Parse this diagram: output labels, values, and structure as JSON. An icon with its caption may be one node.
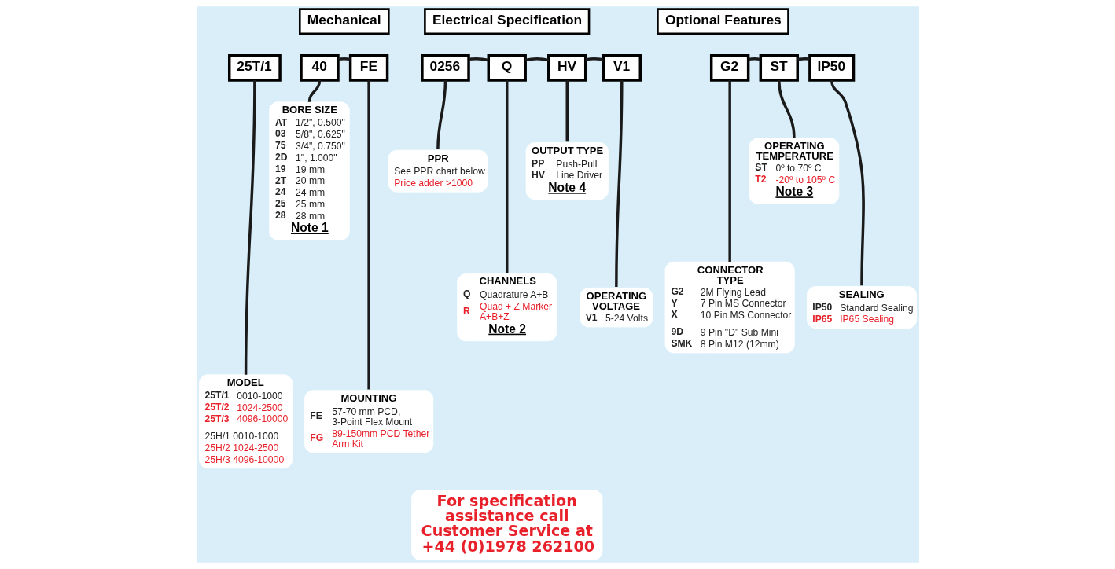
{
  "diagram": {
    "nodes": [
      {
        "text": [
          "Mechanical"
        ]
      },
      {
        "text": [
          "Electrical Specification"
        ]
      },
      {
        "text": [
          "Optional Features"
        ]
      },
      {
        "text": [
          "25T/1"
        ]
      },
      {
        "text": [
          "40"
        ]
      },
      {
        "text": [
          "FE"
        ]
      },
      {
        "text": [
          "0256"
        ]
      },
      {
        "text": [
          "Q"
        ]
      },
      {
        "text": [
          "HV"
        ]
      },
      {
        "text": [
          "V1"
        ]
      },
      {
        "text": [
          "G2"
        ]
      },
      {
        "text": [
          "ST"
        ]
      },
      {
        "text": [
          "IP50"
        ]
      },
      {
        "text": [
          "BORE SIZE",
          "AT 1/2\", 0.500\"",
          "03 5/8\", 0.625\"",
          "75 3/4\", 0.750\"",
          "2D 1\", 1.000\"",
          "19 19 mm",
          "2T 20 mm",
          "24 24 mm",
          "25 25 mm",
          "28 28 mm",
          "Note 1"
        ]
      },
      {
        "text": [
          "PPR",
          "See PPR chart below",
          "Price adder >1000"
        ]
      },
      {
        "text": [
          "OUTPUT TYPE",
          "PP Push-Pull",
          "HV Line Driver",
          "Note 4"
        ]
      },
      {
        "text": [
          "OPERATING TEMPERATURE",
          "ST 0º to 70º C",
          "T2 -20º to 105º C",
          "Note 3"
        ]
      },
      {
        "text": [
          "CHANNELS",
          "Q Quadrature A+B",
          "R Quad + Z Marker A+B+Z",
          "Note 2"
        ]
      },
      {
        "text": [
          "OPERATING VOLTAGE",
          "V1 5-24 Volts"
        ]
      },
      {
        "text": [
          "CONNECTOR TYPE",
          "G2 2M Flying Lead",
          "Y 7 Pin MS Connector",
          "X 10 Pin MS Connector",
          "9D 9 Pin \"D\" Sub Mini",
          "SMK 8 Pin M12 (12mm)"
        ]
      },
      {
        "text": [
          "SEALING",
          "IP50 Standard Sealing",
          "IP65 IP65 Sealing"
        ]
      },
      {
        "text": [
          "MODEL",
          "25T/1 0010-1000",
          "25T/2 1024-2500",
          "25T/3 4096-10000",
          "25H/1 0010-1000",
          "25H/2 1024-2500",
          "25H/3 4096-10000"
        ]
      },
      {
        "text": [
          "MOUNTING",
          "FE 57-70 mm PCD, 3-Point Flex Mount",
          "FG 89-150mm PCD Tether Arm Kit"
        ]
      },
      {
        "text": [
          "For specification assistance call Customer Service at +44 (0)1978 262100"
        ]
      }
    ],
    "edges": [
      {
        "from": 4,
        "to": 5,
        "arrow": "none"
      },
      {
        "from": 6,
        "to": 7,
        "arrow": "none"
      },
      {
        "from": 7,
        "to": 8,
        "arrow": "none"
      },
      {
        "from": 8,
        "to": 9,
        "arrow": "none"
      },
      {
        "from": 10,
        "to": 11,
        "arrow": "none"
      },
      {
        "from": 11,
        "to": 12,
        "arrow": "none"
      },
      {
        "from": 3,
        "to": 21,
        "arrow": "none"
      },
      {
        "from": 4,
        "to": 13,
        "arrow": "none"
      },
      {
        "from": 5,
        "to": 22,
        "arrow": "none"
      },
      {
        "from": 6,
        "to": 14,
        "arrow": "none"
      },
      {
        "from": 7,
        "to": 17,
        "arrow": "none"
      },
      {
        "from": 8,
        "to": 15,
        "arrow": "none"
      },
      {
        "from": 9,
        "to": 18,
        "arrow": "none"
      },
      {
        "from": 10,
        "to": 19,
        "arrow": "none"
      },
      {
        "from": 11,
        "to": 16,
        "arrow": "none"
      },
      {
        "from": 12,
        "to": 20,
        "arrow": "none"
      }
    ]
  }
}
